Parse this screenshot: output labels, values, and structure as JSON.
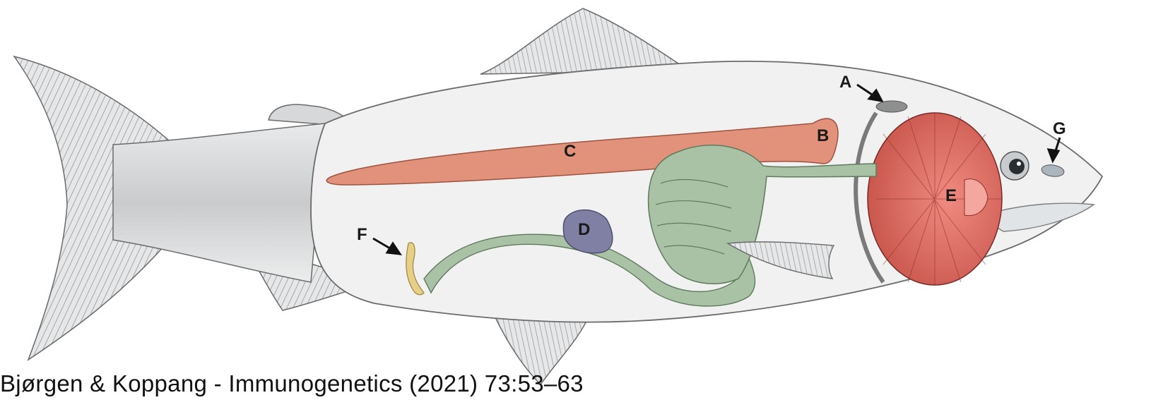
{
  "caption": "Bjørgen & Koppang - Immunogenetics (2021) 73:53–63",
  "labels": {
    "A": "A",
    "B": "B",
    "C": "C",
    "D": "D",
    "E": "E",
    "F": "F",
    "G": "G"
  },
  "colors": {
    "body": "#f1f1f1",
    "body_outline": "#6b6b6b",
    "tail": "#d6d8da",
    "fins": "#c9cacc",
    "kidney": "#e2917a",
    "gut": "#a9c2a6",
    "spleen": "#7f80a3",
    "gills": "#d8665c",
    "thyroid_a": "#8e9090",
    "urogenital_f": "#e6cf86",
    "nasal_g": "#aab5bd"
  }
}
